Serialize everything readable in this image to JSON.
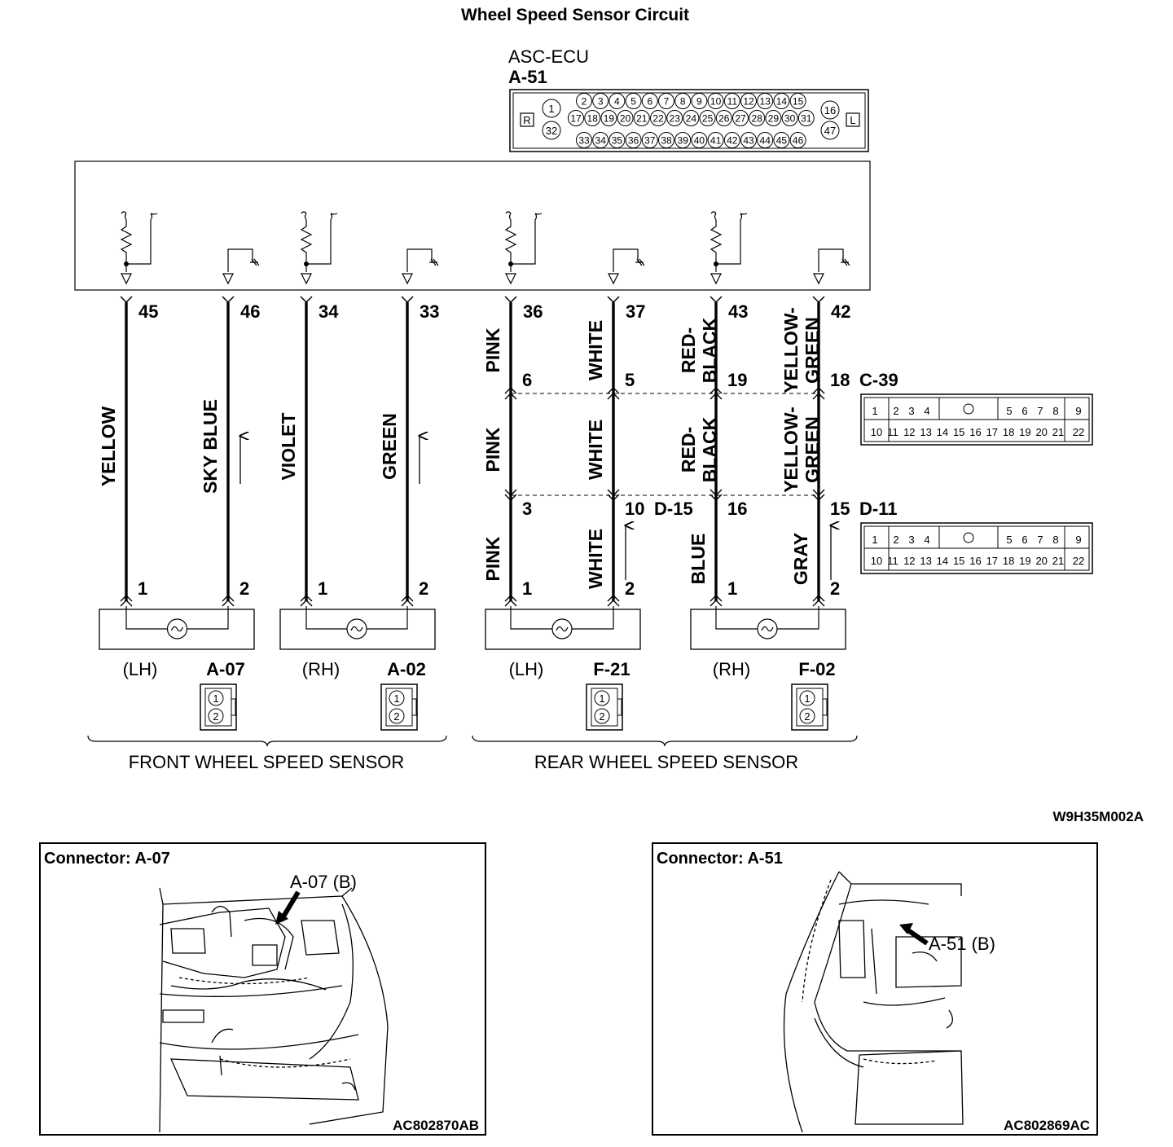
{
  "title": "Wheel Speed Sensor Circuit",
  "ecu": {
    "name": "ASC-ECU",
    "connector": "A-51",
    "pin_row1": [
      "2",
      "3",
      "4",
      "5",
      "6",
      "7",
      "8",
      "9",
      "10",
      "11",
      "12",
      "13",
      "14",
      "15"
    ],
    "pin_row2": [
      "17",
      "18",
      "19",
      "20",
      "21",
      "22",
      "23",
      "24",
      "25",
      "26",
      "27",
      "28",
      "29",
      "30",
      "31"
    ],
    "pin_row3": [
      "33",
      "34",
      "35",
      "36",
      "37",
      "38",
      "39",
      "40",
      "41",
      "42",
      "43",
      "44",
      "45",
      "46"
    ],
    "pin_left_top": "1",
    "pin_left_bottom": "32",
    "pin_right_top": "16",
    "pin_right_bottom": "47",
    "side_left": "R",
    "side_right": "L"
  },
  "wires": [
    {
      "ecu_pin": "45",
      "colors": [
        "YELLOW"
      ],
      "sensor_pin": "1"
    },
    {
      "ecu_pin": "46",
      "colors": [
        "SKY BLUE"
      ],
      "sensor_pin": "2"
    },
    {
      "ecu_pin": "34",
      "colors": [
        "VIOLET"
      ],
      "sensor_pin": "1"
    },
    {
      "ecu_pin": "33",
      "colors": [
        "GREEN"
      ],
      "sensor_pin": "2"
    },
    {
      "ecu_pin": "36",
      "c39_pin": "6",
      "d_pin": "3",
      "colors": [
        "PINK",
        "PINK",
        "PINK"
      ],
      "sensor_pin": "1"
    },
    {
      "ecu_pin": "37",
      "c39_pin": "5",
      "d_pin": "10",
      "colors": [
        "WHITE",
        "WHITE",
        "WHITE"
      ],
      "sensor_pin": "2"
    },
    {
      "ecu_pin": "43",
      "c39_pin": "19",
      "d_pin": "16",
      "colors": [
        "RED-\nBLACK",
        "RED-\nBLACK",
        "BLUE"
      ],
      "sensor_pin": "1"
    },
    {
      "ecu_pin": "42",
      "c39_pin": "18",
      "d_pin": "15",
      "colors": [
        "YELLOW-\nGREEN",
        "YELLOW-\nGREEN",
        "GRAY"
      ],
      "sensor_pin": "2"
    }
  ],
  "connector_c39": {
    "name": "C-39",
    "top_pins": [
      "1",
      "2",
      "3",
      "4",
      "5",
      "6",
      "7",
      "8",
      "9"
    ],
    "bottom_pins": [
      "10",
      "11",
      "12",
      "13",
      "14",
      "15",
      "16",
      "17",
      "18",
      "19",
      "20",
      "21",
      "22"
    ]
  },
  "connector_d15": "D-15",
  "connector_d11": {
    "name": "D-11",
    "top_pins": [
      "1",
      "2",
      "3",
      "4",
      "5",
      "6",
      "7",
      "8",
      "9"
    ],
    "bottom_pins": [
      "10",
      "11",
      "12",
      "13",
      "14",
      "15",
      "16",
      "17",
      "18",
      "19",
      "20",
      "21",
      "22"
    ]
  },
  "sensors": [
    {
      "side": "(LH)",
      "connector": "A-07",
      "pins": [
        "1",
        "2"
      ]
    },
    {
      "side": "(RH)",
      "connector": "A-02",
      "pins": [
        "1",
        "2"
      ]
    },
    {
      "side": "(LH)",
      "connector": "F-21",
      "pins": [
        "1",
        "2"
      ]
    },
    {
      "side": "(RH)",
      "connector": "F-02",
      "pins": [
        "1",
        "2"
      ]
    }
  ],
  "group_front": "FRONT WHEEL SPEED SENSOR",
  "group_rear": "REAR WHEEL SPEED SENSOR",
  "diagram_code": "W9H35M002A",
  "panel_left": {
    "title": "Connector: A-07",
    "callout": "A-07 (B)",
    "code": "AC802870AB"
  },
  "panel_right": {
    "title": "Connector: A-51",
    "callout": "A-51 (B)",
    "code": "AC802869AC"
  }
}
